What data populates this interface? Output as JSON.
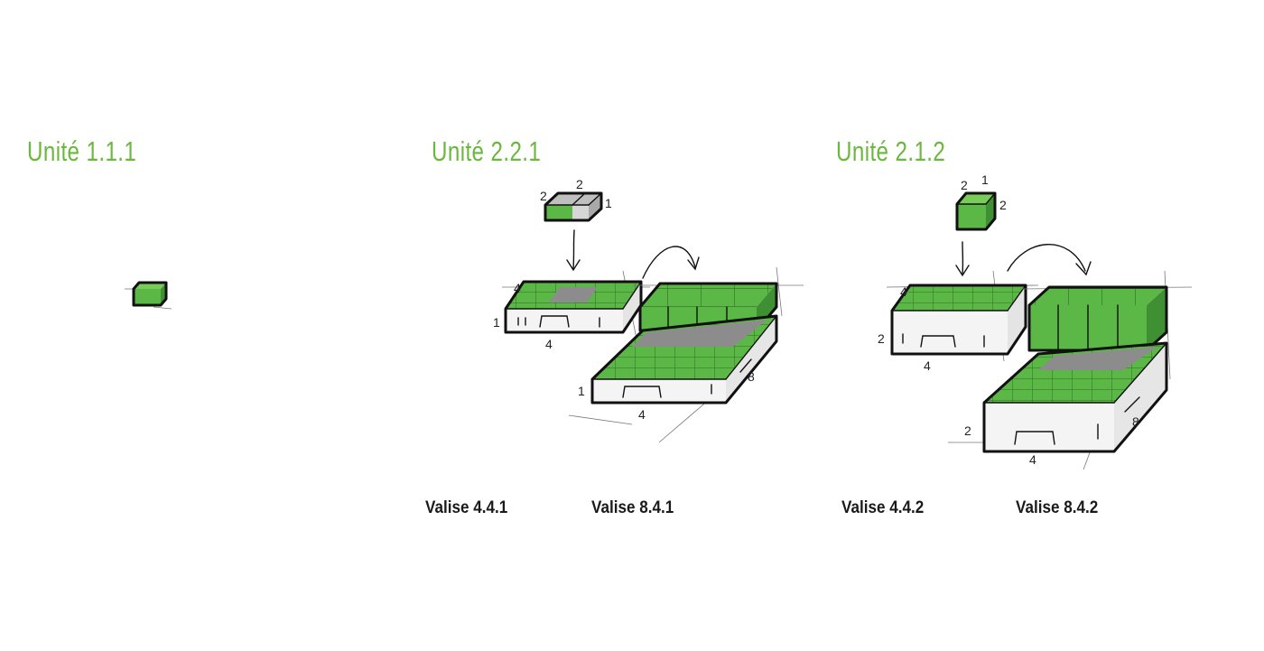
{
  "colors": {
    "accent_green": "#6ab83e",
    "box_green": "#5cb846",
    "text_dark": "#1a1a1a"
  },
  "units": [
    {
      "title": "Unité 1.1.1"
    },
    {
      "title": "Unité 2.2.1"
    },
    {
      "title": "Unité 2.1.2"
    }
  ],
  "captions": [
    "Valise 4.4.1",
    "Valise 8.4.1",
    "Valise 4.4.2",
    "Valise 8.4.2"
  ],
  "dimension_labels": {
    "unit_221": [
      "2",
      "2",
      "1"
    ],
    "valise_441": [
      "4",
      "1",
      "4"
    ],
    "valise_841": [
      "1",
      "4",
      "8"
    ],
    "unit_212": [
      "2",
      "1",
      "2"
    ],
    "valise_442": [
      "4",
      "2",
      "4"
    ],
    "valise_842": [
      "2",
      "4",
      "8"
    ]
  }
}
